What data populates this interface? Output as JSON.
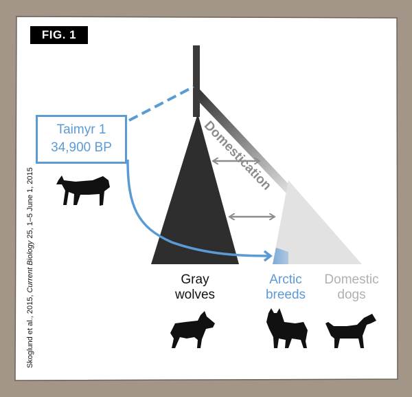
{
  "figure_label": "FIG. 1",
  "citation": {
    "prefix": "Skoglund et al., 2015, ",
    "journal": "Current Biology",
    "suffix": " 25, 1–5 June 1, 2015"
  },
  "domestication_label": "Domestication",
  "taimyr": {
    "name": "Taimyr 1",
    "date": "34,900 BP"
  },
  "groups": {
    "gray_wolves": {
      "line1": "Gray",
      "line2": "wolves"
    },
    "arctic_breeds": {
      "line1": "Arctic",
      "line2": "breeds"
    },
    "domestic_dogs": {
      "line1": "Domestic",
      "line2": "dogs"
    }
  },
  "colors": {
    "frame": "#a39689",
    "wolves": "#2e2e2e",
    "dogs": "#e0e0e0",
    "taimyr_blue": "#5b9bd5",
    "arrow_gray": "#8c8c8c",
    "domestic_text": "#b0b0b0"
  },
  "icons": [
    "wolf-silhouette-icon",
    "gray-wolf-silhouette-icon",
    "husky-silhouette-icon",
    "boxer-dog-silhouette-icon"
  ]
}
